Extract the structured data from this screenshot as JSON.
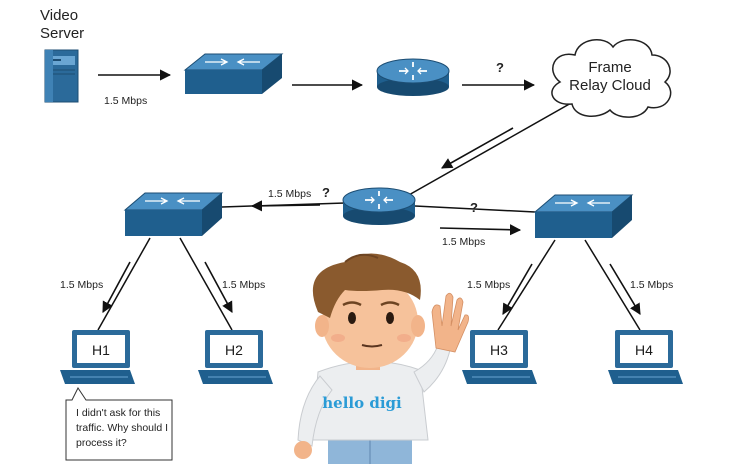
{
  "labels": {
    "video_server": [
      "Video",
      "Server"
    ],
    "cloud": [
      "Frame",
      "Relay Cloud"
    ],
    "rate_top": "1.5 Mbps",
    "unknown_top": "?",
    "rate_mid_left": "1.5 Mbps",
    "unknown_mid_left": "?",
    "unknown_mid_right": "?",
    "rate_mid_right": "1.5 Mbps",
    "rate_h1": "1.5 Mbps",
    "rate_h2": "1.5 Mbps",
    "rate_h3": "1.5 Mbps",
    "rate_h4": "1.5 Mbps"
  },
  "hosts": [
    "H1",
    "H2",
    "H3",
    "H4"
  ],
  "speech_bubble": [
    "I didn't ask for this",
    "traffic. Why should I",
    "process it?"
  ],
  "mascot": {
    "shirt_text": "hello digi"
  },
  "colors": {
    "device_blue": "#1f5f8e",
    "device_blue_light": "#3d86bb",
    "mascot_shirt_text": "#2a9bd6"
  }
}
